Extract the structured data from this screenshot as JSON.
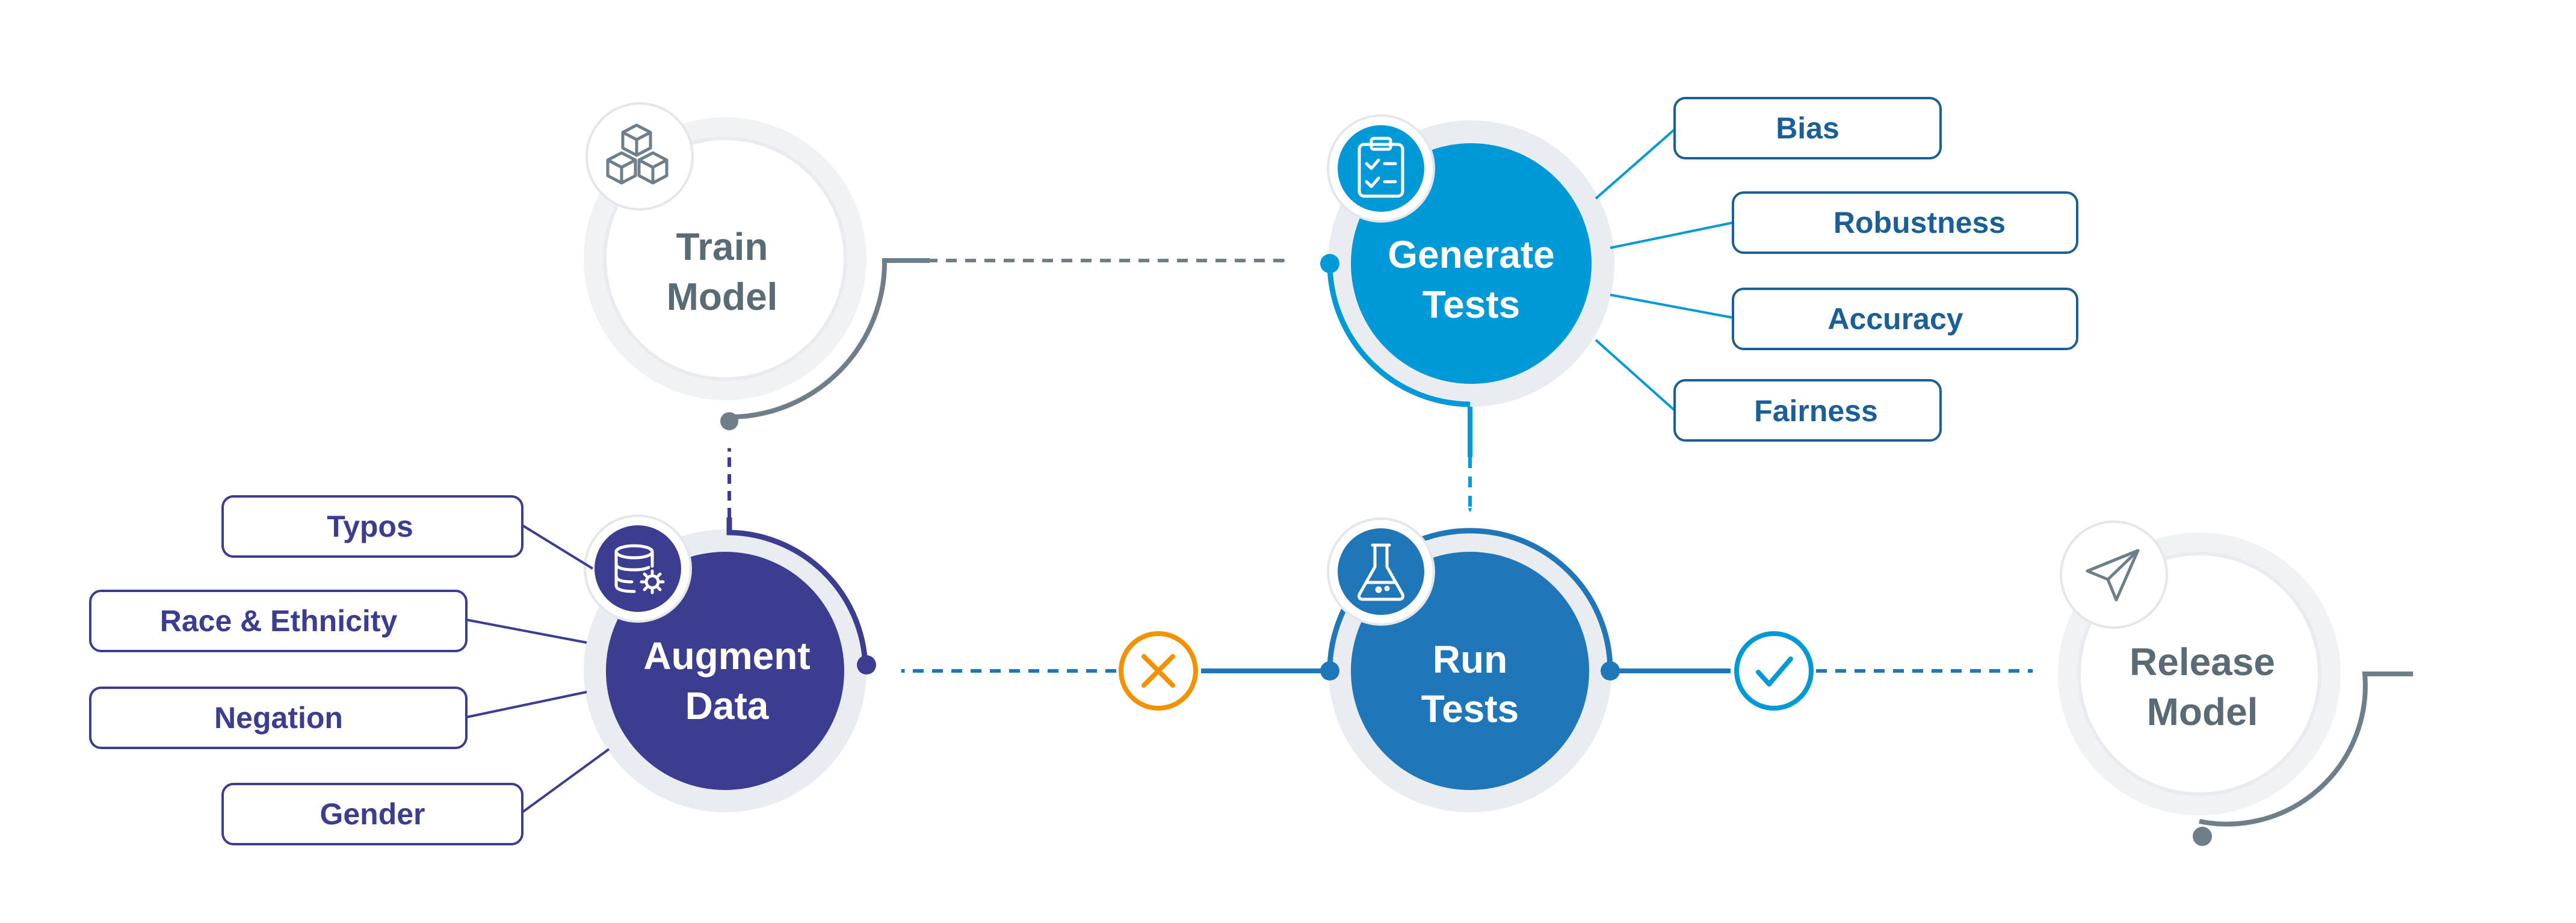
{
  "nodes": {
    "train": {
      "line1": "Train",
      "line2": "Model",
      "icon": "cubes-icon"
    },
    "generate": {
      "line1": "Generate",
      "line2": "Tests",
      "icon": "checklist-icon"
    },
    "run": {
      "line1": "Run",
      "line2": "Tests",
      "icon": "flask-icon"
    },
    "augment": {
      "line1": "Augment",
      "line2": "Data",
      "icon": "database-gear-icon"
    },
    "release": {
      "line1": "Release",
      "line2": "Model",
      "icon": "paper-plane-icon"
    }
  },
  "test_categories": [
    "Bias",
    "Robustness",
    "Accuracy",
    "Fairness"
  ],
  "augmentations": [
    "Typos",
    "Race & Ethnicity",
    "Negation",
    "Gender"
  ],
  "status_icons": {
    "fail": "x-circle-icon",
    "pass": "check-circle-icon"
  },
  "colors": {
    "gray": "#6f7f89",
    "light_blue": "#0099d8",
    "mid_blue": "#1f76b8",
    "indigo": "#3c3c91",
    "orange": "#f39200",
    "tag_text_blue": "#1b5f97",
    "tag_text_indigo": "#3c3c91"
  }
}
